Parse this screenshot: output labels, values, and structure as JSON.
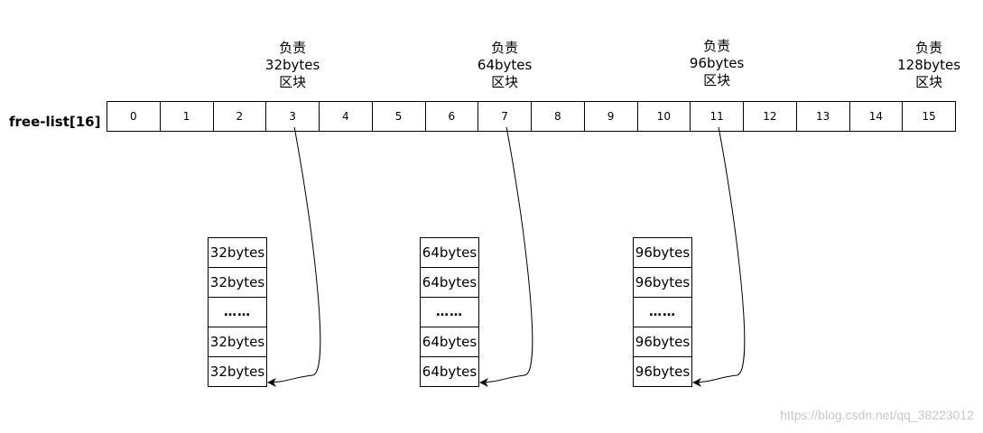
{
  "array": {
    "label": "free-list[16]",
    "cells": [
      "0",
      "1",
      "2",
      "3",
      "4",
      "5",
      "6",
      "7",
      "8",
      "9",
      "10",
      "11",
      "12",
      "13",
      "14",
      "15"
    ]
  },
  "annotations": [
    {
      "index": 3,
      "lines": [
        "负责",
        "32bytes",
        "区块"
      ]
    },
    {
      "index": 7,
      "lines": [
        "负责",
        "64bytes",
        "区块"
      ]
    },
    {
      "index": 11,
      "lines": [
        "负责",
        "96bytes",
        "区块"
      ]
    },
    {
      "index": 15,
      "lines": [
        "负责",
        "128bytes",
        "区块"
      ]
    }
  ],
  "blocks": [
    {
      "from_index": 3,
      "rows": [
        "32bytes",
        "32bytes",
        "……",
        "32bytes",
        "32bytes"
      ]
    },
    {
      "from_index": 7,
      "rows": [
        "64bytes",
        "64bytes",
        "……",
        "64bytes",
        "64bytes"
      ]
    },
    {
      "from_index": 11,
      "rows": [
        "96bytes",
        "96bytes",
        "……",
        "96bytes",
        "96bytes"
      ]
    }
  ],
  "watermark": "https://blog.csdn.net/qq_38223012",
  "colors": {
    "line": "#000000",
    "watermark": "#c8c8c8"
  }
}
